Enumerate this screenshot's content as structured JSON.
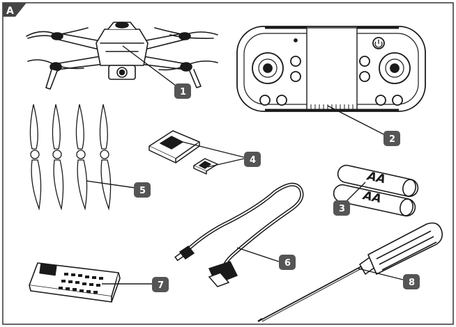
{
  "figure": {
    "corner_label": "A",
    "callouts": [
      "1",
      "2",
      "3",
      "4",
      "5",
      "6",
      "7",
      "8"
    ],
    "battery_marking": "AA"
  },
  "colors": {
    "line": "#1a1a1a",
    "callout_fill": "#555555",
    "corner_fill": "#444444",
    "frame": "#333333"
  }
}
